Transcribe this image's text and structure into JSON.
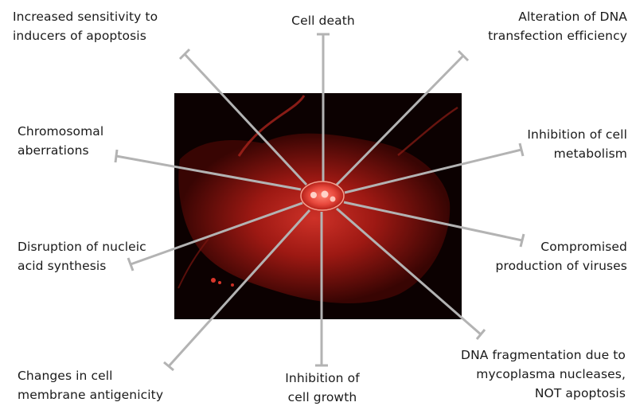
{
  "labels": {
    "apoptosis_sensitivity": [
      "Increased sensitivity to",
      "inducers of apoptosis"
    ],
    "cell_death": [
      "Cell death"
    ],
    "dna_transfection": [
      "Alteration of DNA",
      "transfection efficiency"
    ],
    "chromosomal_aberrations": [
      "Chromosomal",
      "aberrations"
    ],
    "cell_metabolism": [
      "Inhibition of cell",
      "metabolism"
    ],
    "nucleic_acid_synthesis": [
      "Disruption of nucleic",
      "acid synthesis"
    ],
    "virus_production": [
      "Compromised",
      "production of viruses"
    ],
    "membrane_antigenicity": [
      "Changes in cell",
      "membrane antigenicity"
    ],
    "cell_growth": [
      "Inhibition of",
      "cell growth"
    ],
    "dna_fragmentation": [
      "DNA fragmentation due to",
      "mycoplasma nucleases,",
      "NOT apoptosis"
    ]
  },
  "colors": {
    "line": "#b3b3b3",
    "photo_bg": "#0c0101",
    "cell": "#c0221c",
    "nucleus": "#e8493d"
  }
}
